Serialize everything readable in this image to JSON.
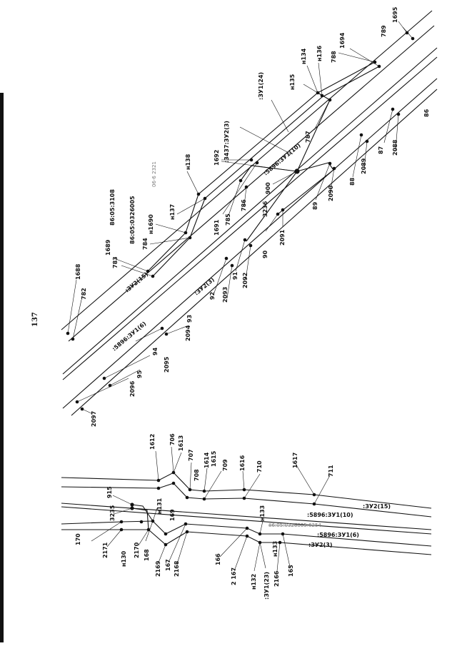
{
  "page_number": "137",
  "upper": {
    "parcels": {
      "p_3437": ":3437:ЗУ2(3)",
      "p_zu124": ":ЗУ1(24)",
      "p_5896_10": ":5896:ЗУ1(10)",
      "p_zu215": ":ЗУ2(15)",
      "p_zu23": ":ЗУ2(3)",
      "p_5896_6": ":5896:ЗУ1(6)",
      "quarter_1": "86:05:3108",
      "quarter_2": "86:05:0326005"
    },
    "faint_text": "06-6 2321",
    "points": {
      "p1695": "1695",
      "p789": "789",
      "p1694": "1694",
      "p788": "788",
      "pn136": "н136",
      "pn134": "н134",
      "pn135": "н135",
      "p787": "787",
      "p86": "86",
      "p2088": "2088",
      "p87": "87",
      "p2089": "2089",
      "p88": "88",
      "p2090": "2090",
      "p89": "89",
      "p900": "900",
      "p3236": "3236",
      "p2091": "2091",
      "p90": "90",
      "p1692": "1692",
      "pn138": "н138",
      "p1691": "1691",
      "p785": "785",
      "p786": "786",
      "pn137": "н137",
      "pn1690": "н1690",
      "p784": "784",
      "p1689": "1689",
      "p783": "783",
      "p1688": "1688",
      "p782": "782",
      "p92": "92",
      "p2093": "2093",
      "p91": "91",
      "p2092": "2092",
      "p2094": "2094",
      "p93": "93",
      "p94": "94",
      "p2095": "2095",
      "p95": "95",
      "p2096": "2096",
      "p2097": "2097"
    }
  },
  "lower": {
    "parcels": {
      "p_zu215": ":ЗУ2(15)",
      "p_5896_10": ":5896:ЗУ1(10)",
      "p_strike": "86:05:0326005:6254",
      "p_5896_6": ":5896:ЗУ1(6)",
      "p_zu23": ":ЗУ2(3)",
      "p_zu123": ":ЗУ1(23)"
    },
    "points": {
      "p1612": "1612",
      "p706": "706",
      "p1613": "1613",
      "p707": "707",
      "p708": "708",
      "p1614": "1614",
      "p1615": "1615",
      "p709": "709",
      "p1616": "1616",
      "p710": "710",
      "p1617": "1617",
      "p711": "711",
      "p915": "915",
      "p3235": "3235",
      "pn131": "н131",
      "p169": "169",
      "p170": "170",
      "p2171": "2171",
      "pn130": "н130",
      "p2170": "2170",
      "p168": "168",
      "p2169": "2169",
      "p167": "167",
      "p2168": "2168",
      "p166": "166",
      "p2167": "2 167",
      "pn132": "н132",
      "pn133a": "н133",
      "pn133b": "н133",
      "p2166": "2166",
      "p165": "165"
    }
  }
}
